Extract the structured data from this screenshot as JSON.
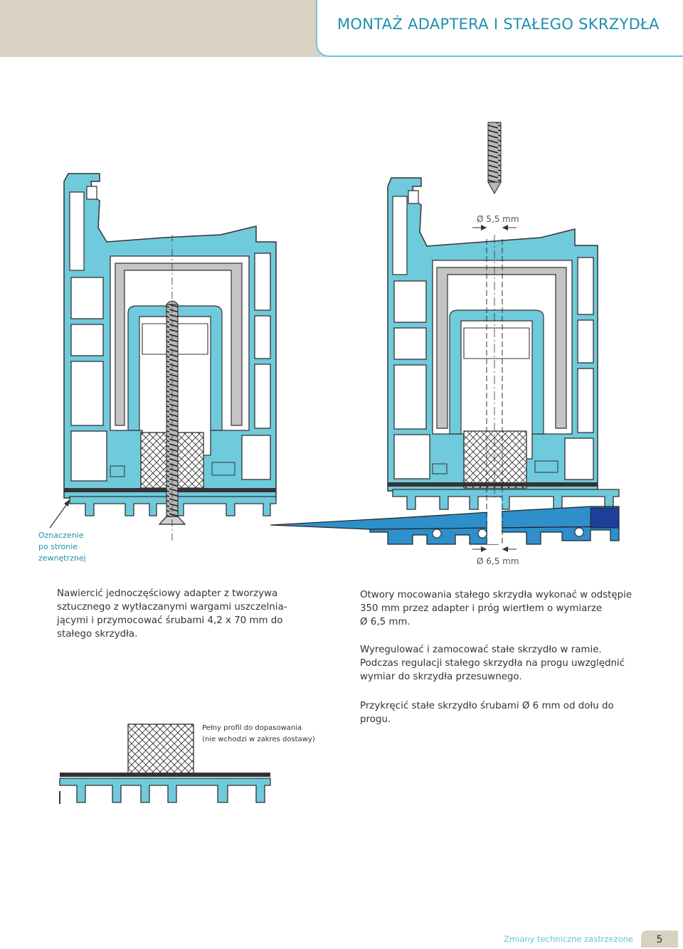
{
  "header": {
    "title": "MONTAŻ ADAPTERA I STAŁEGO SKRZYDŁA"
  },
  "figure_left": {
    "label_lines": [
      "Oznaczenie",
      "po stronie",
      "zewnętrznej"
    ]
  },
  "figure_right": {
    "dim_top": "Ø 5,5 mm",
    "dim_bottom": "Ø 6,5 mm"
  },
  "text_left": {
    "lines": [
      "Nawiercić jednoczęściowy adapter z tworzywa",
      "sztucznego z wytłaczanymi wargami uszczelnia-",
      "jącymi i przymocować śrubami 4,2 x 70 mm do",
      "stałego skrzydła."
    ]
  },
  "text_right": {
    "paragraph_1": [
      "Otwory mocowania stałego skrzydła wykonać w odstępie",
      "350 mm przez adapter i próg wiertłem o wymiarze",
      "Ø 6,5 mm."
    ],
    "paragraph_2": [
      "Wyregulować i zamocować stałe skrzydło w ramie.",
      "Podczas regulacji stałego skrzydła na progu uwzględnić",
      "wymiar do skrzydła przesuwnego."
    ],
    "paragraph_3": [
      "Przykręcić stałe skrzydło śrubami Ø 6 mm od dołu do",
      "progu."
    ]
  },
  "adapter_note": {
    "lines": [
      "Pełny profil do dopasowania",
      "(nie wchodzi w zakres dostawy)"
    ]
  },
  "footer": {
    "text": "Zmiany techniczne zastrzeżone",
    "page": "5"
  },
  "colors": {
    "header_band": "#d9d2c3",
    "accent": "#1f8fb0",
    "profile_fill": "#6fcadb",
    "threshold_fill": "#2e8fcb",
    "threshold_dark": "#1c3f9c"
  }
}
